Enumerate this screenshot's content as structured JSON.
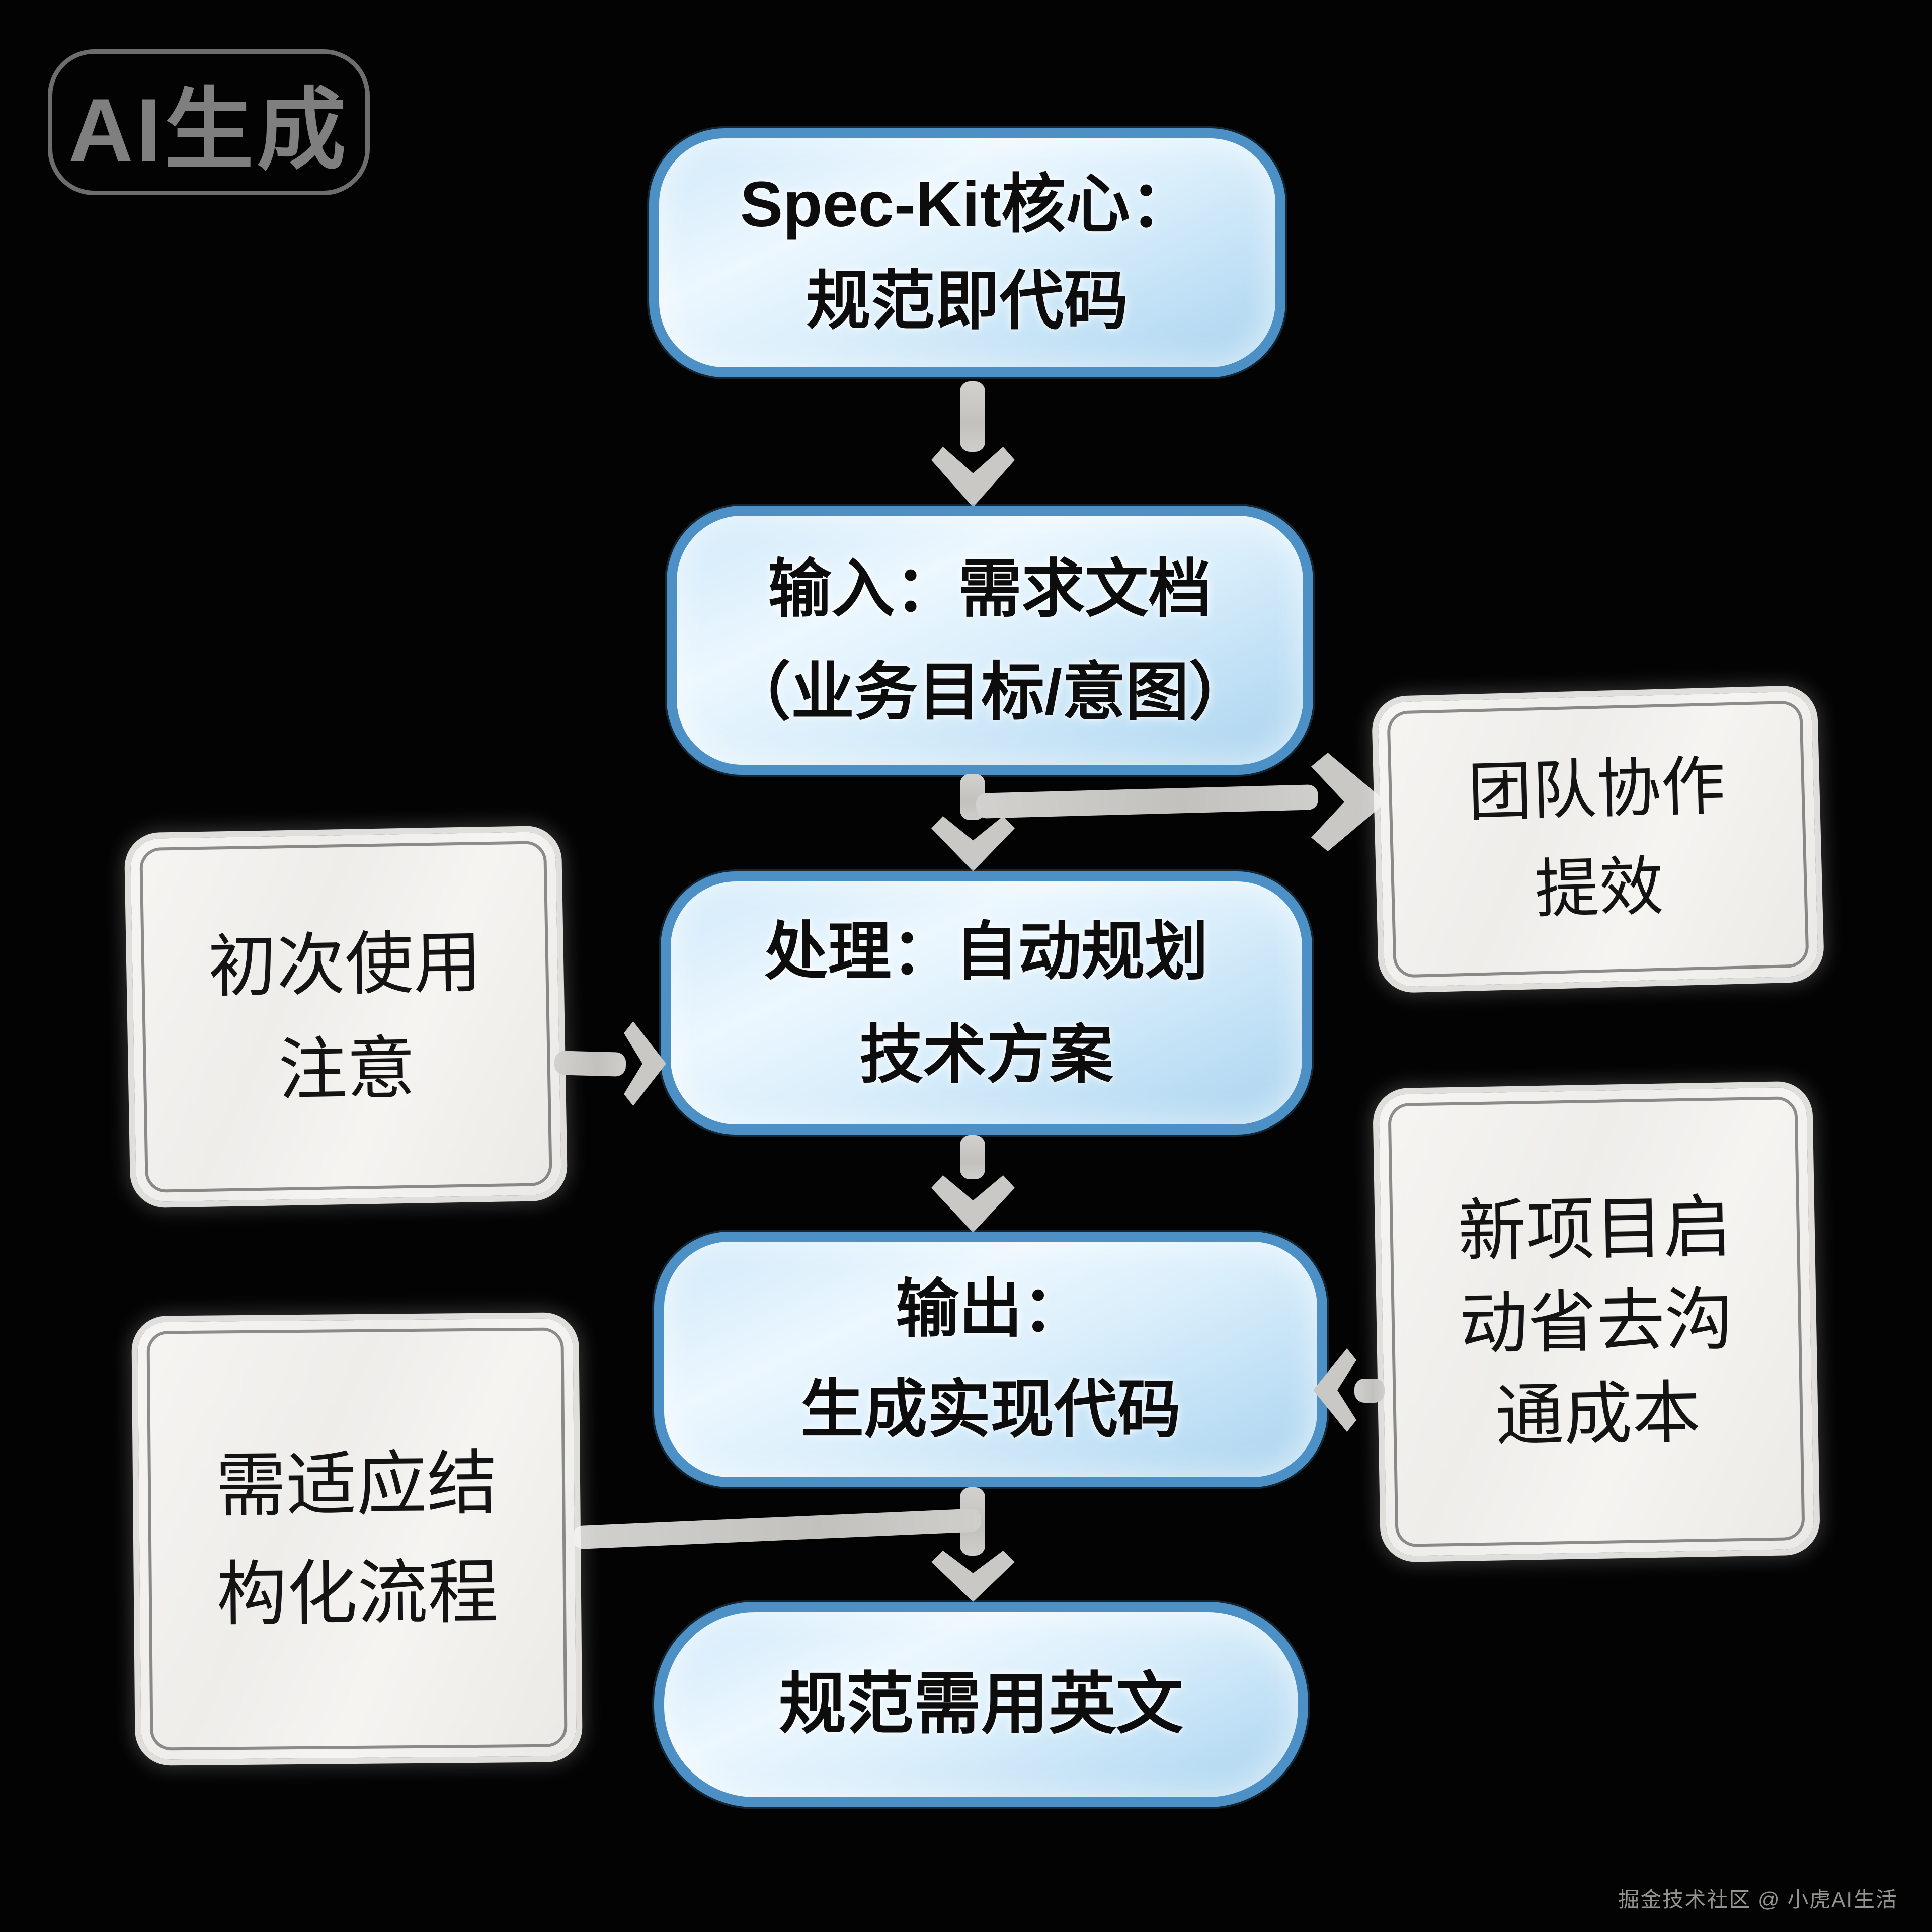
{
  "badge": {
    "label": "AI生成"
  },
  "nodes": {
    "core": {
      "line1": "Spec-Kit核心：",
      "line2": "规范即代码"
    },
    "input": {
      "line1": "输入：需求文档",
      "line2": "（业务目标/意图）"
    },
    "process": {
      "line1": "处理：自动规划",
      "line2": "技术方案"
    },
    "output": {
      "line1": "输出：",
      "line2": "生成实现代码"
    },
    "english": {
      "line1": "规范需用英文"
    }
  },
  "notes": {
    "team": {
      "line1": "团队协作",
      "line2": "提效"
    },
    "first_use": {
      "line1": "初次使用",
      "line2": "注意"
    },
    "new_project": {
      "line1": "新项目启",
      "line2": "动省去沟",
      "line3": "通成本"
    },
    "structured": {
      "line1": "需适应结",
      "line2": "构化流程"
    }
  },
  "watermark": {
    "text": "掘金技术社区 @ 小虎AI生活"
  },
  "colors": {
    "background": "#030303",
    "node_border_blue": "#4c90c5",
    "node_fill_light": "#ecf7fe",
    "node_fill_dark": "#a9d3ee",
    "note_fill": "#f4f3f0",
    "note_sketch_line": "#232323",
    "arrow_gray": "#c9c8c4",
    "text_black": "#0d0d0d",
    "badge_gray": "#7f7f7f",
    "watermark_gray": "#93938f"
  }
}
